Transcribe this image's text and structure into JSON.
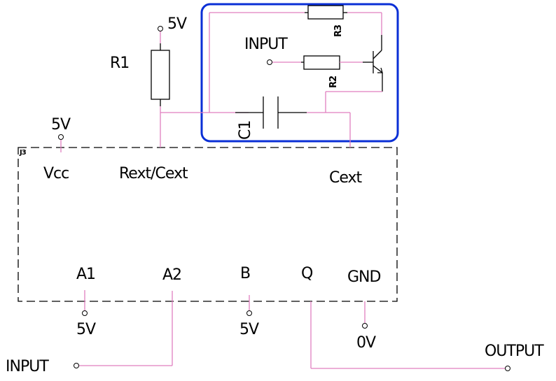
{
  "colors": {
    "wire": "#e07fbf",
    "component": "#000000",
    "group_box": "#0a2fd6",
    "background": "#ffffff"
  },
  "ic": {
    "ref": "J3",
    "pins": {
      "vcc": "Vcc",
      "rext_cext": "Rext/Cext",
      "cext": "Cext",
      "a1": "A1",
      "a2": "A2",
      "b": "B",
      "q": "Q",
      "gnd": "GND"
    }
  },
  "components": {
    "r1": "R1",
    "r2": "R2",
    "r3": "R3",
    "c1": "C1",
    "transistor": "npn-transistor"
  },
  "nets": {
    "r1_supply": "5V",
    "vcc_supply": "5V",
    "a1_supply": "5V",
    "b_supply": "5V",
    "gnd_supply": "0V",
    "input_top": "INPUT",
    "input_bottom": "INPUT",
    "output": "OUTPUT"
  }
}
